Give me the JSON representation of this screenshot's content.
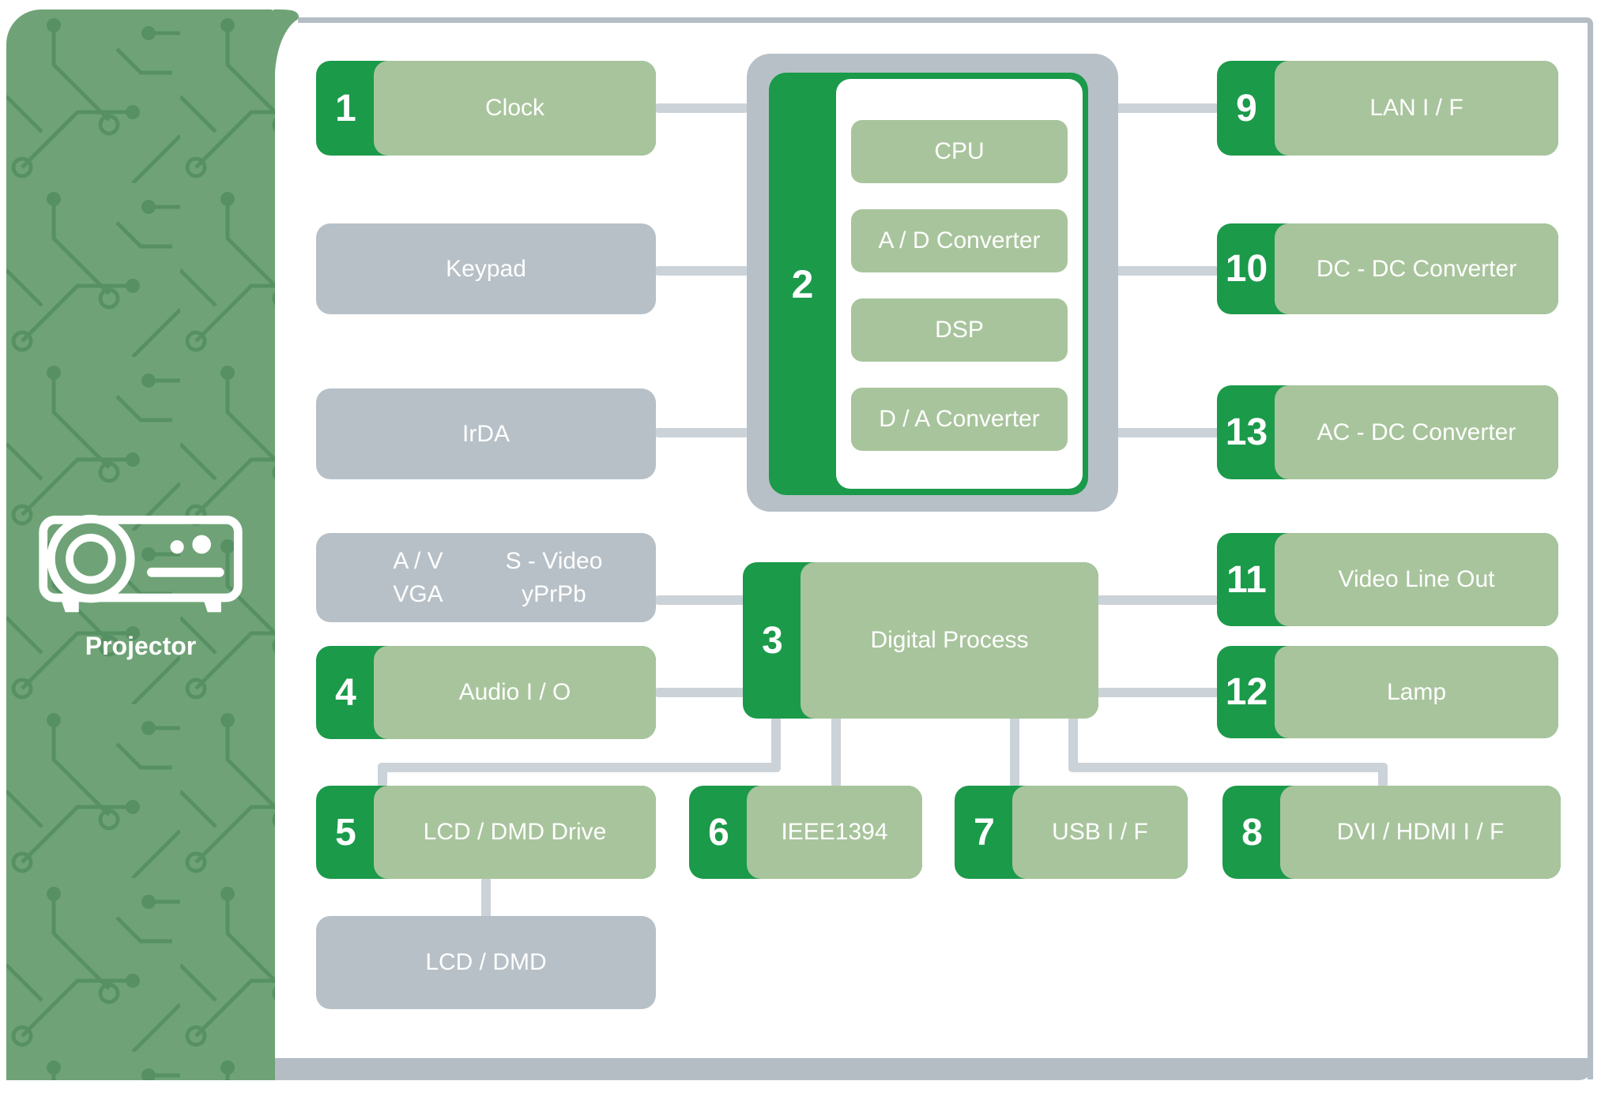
{
  "sidebar": {
    "title": "Projector",
    "icon": "projector-icon"
  },
  "palette": {
    "green": "#1b9a4a",
    "light_green": "#a8c49c",
    "gray_block": "#b7c0c7",
    "connector": "#cbd2d8",
    "frame_gray": "#b4bdc4",
    "sidebar_green": "#6fa377",
    "sidebar_trace": "#4d8a5c",
    "text": "#ffffff"
  },
  "blocks": {
    "clock": {
      "num": "1",
      "label": "Clock"
    },
    "keypad": {
      "label": "Keypad"
    },
    "irda": {
      "label": "IrDA"
    },
    "av_inputs": {
      "row1": [
        "A / V",
        "S - Video"
      ],
      "row2": [
        "VGA",
        "yPrPb"
      ]
    },
    "audio": {
      "num": "4",
      "label": "Audio I / O"
    },
    "lcd_drive": {
      "num": "5",
      "label": "LCD / DMD Drive"
    },
    "lcd_panel": {
      "label": "LCD / DMD"
    },
    "ieee1394": {
      "num": "6",
      "label": "IEEE1394"
    },
    "usb": {
      "num": "7",
      "label": "USB I / F"
    },
    "dvi_hdmi": {
      "num": "8",
      "label": "DVI / HDMI I / F"
    },
    "lan": {
      "num": "9",
      "label": "LAN I / F"
    },
    "dc_dc": {
      "num": "10",
      "label": "DC - DC Converter"
    },
    "ac_dc": {
      "num": "13",
      "label": "AC - DC Converter"
    },
    "video_line_out": {
      "num": "11",
      "label": "Video Line Out"
    },
    "lamp": {
      "num": "12",
      "label": "Lamp"
    },
    "processor_group": {
      "num": "2",
      "chips": [
        "CPU",
        "A / D Converter",
        "DSP",
        "D / A Converter"
      ]
    },
    "digital_process": {
      "num": "3",
      "label": "Digital Process"
    }
  }
}
